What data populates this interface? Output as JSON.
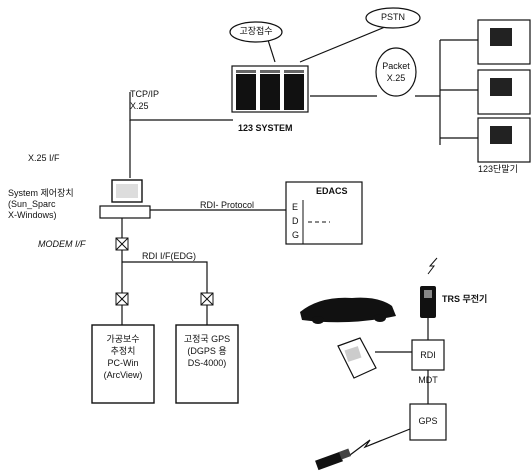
{
  "nodes": {
    "pstn": "PSTN",
    "report_center": "고장접수",
    "system123": "123 SYSTEM",
    "packet_line1": "Packet",
    "packet_line2": "X.25",
    "terminals": "123단말기",
    "tcpip_line1": "TCP/IP",
    "tcpip_line2": "X.25",
    "x25_if": "X.25 I/F",
    "sys_ctrl_line1": "System 제어장치",
    "sys_ctrl_line2": "(Sun_Sparc",
    "sys_ctrl_line3": "X-Windows)",
    "rdi_protocol": "RDI- Protocol",
    "edacs": "EDACS",
    "edg_e": "E",
    "edg_d": "D",
    "edg_g": "G",
    "modem_if": "MODEM I/F",
    "rdi_if": "RDI I/F(EDG)",
    "left_box_line1": "가공보수",
    "left_box_line2": "추정치",
    "left_box_line3": "PC-Win",
    "left_box_line4": "(ArcView)",
    "right_box_line1": "고정국 GPS",
    "right_box_line2": "(DGPS 용",
    "right_box_line3": "DS-4000)",
    "trs": "TRS 무전기",
    "rdi": "RDI",
    "mdt": "MDT",
    "gps": "GPS"
  }
}
